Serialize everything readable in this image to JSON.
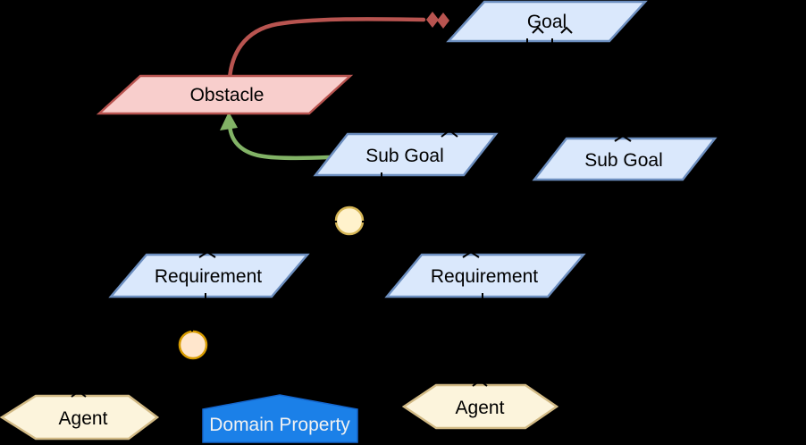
{
  "diagram": {
    "background": "#000000",
    "connector_color": "#000000",
    "nodes": {
      "goal": {
        "label": "Goal",
        "shape": "parallelogram",
        "fill": "#DAE8FC",
        "stroke": "#6C8EBF"
      },
      "obstacle": {
        "label": "Obstacle",
        "shape": "parallelogram",
        "fill": "#F8CECC",
        "stroke": "#B85450"
      },
      "subgoal1": {
        "label": "Sub Goal",
        "shape": "parallelogram",
        "fill": "#DAE8FC",
        "stroke": "#6C8EBF"
      },
      "subgoal2": {
        "label": "Sub Goal",
        "shape": "parallelogram",
        "fill": "#DAE8FC",
        "stroke": "#6C8EBF"
      },
      "requirement1": {
        "label": "Requirement",
        "shape": "parallelogram",
        "fill": "#DAE8FC",
        "stroke": "#6C8EBF"
      },
      "requirement2": {
        "label": "Requirement",
        "shape": "parallelogram",
        "fill": "#DAE8FC",
        "stroke": "#6C8EBF"
      },
      "junction1": {
        "label": "",
        "shape": "circle",
        "fill": "#FFF2CC",
        "stroke": "#D6B656"
      },
      "junction2": {
        "label": "",
        "shape": "circle",
        "fill": "#FFE6CC",
        "stroke": "#D79B00"
      },
      "agent1": {
        "label": "Agent",
        "shape": "hexagon",
        "fill": "#FCF4DC",
        "stroke": "#D2BA85"
      },
      "agent2": {
        "label": "Agent",
        "shape": "hexagon",
        "fill": "#FCF4DC",
        "stroke": "#D2BA85"
      },
      "domain_property": {
        "label": "Domain Property",
        "shape": "pentagon",
        "fill": "#1B80E8",
        "stroke": "#1466CE",
        "text_color": "#F2F2F2"
      }
    },
    "edges": {
      "obstruction": {
        "color": "#B85450",
        "from": "obstacle",
        "to": "goal",
        "end_marker": "double-diamond"
      },
      "resolution": {
        "color": "#82B366",
        "from": "subgoal1",
        "to": "obstacle",
        "end_marker": "arrow"
      }
    }
  }
}
